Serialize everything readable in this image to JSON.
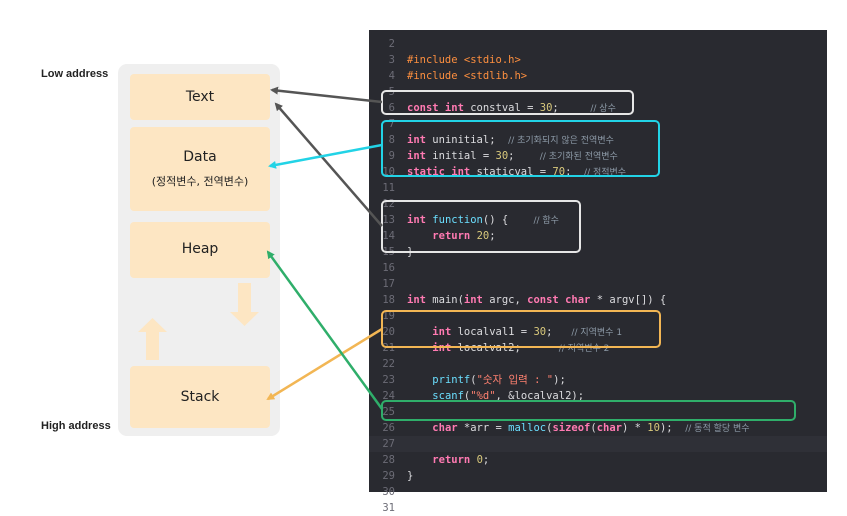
{
  "labels": {
    "low_address": "Low address",
    "high_address": "High address"
  },
  "segments": {
    "text": "Text",
    "data": "Data",
    "data_sub": "(정적변수, 전역변수)",
    "heap": "Heap",
    "stack": "Stack"
  },
  "code_lines": [
    {
      "n": "2",
      "segs": []
    },
    {
      "n": "3",
      "segs": [
        {
          "c": "pp",
          "t": "#include <stdio.h>"
        }
      ]
    },
    {
      "n": "4",
      "segs": [
        {
          "c": "pp",
          "t": "#include <stdlib.h>"
        }
      ]
    },
    {
      "n": "5",
      "segs": []
    },
    {
      "n": "6",
      "segs": [
        {
          "c": "kw",
          "t": "const int "
        },
        {
          "c": "",
          "t": "constval = "
        },
        {
          "c": "num",
          "t": "30"
        },
        {
          "c": "",
          "t": ";     "
        },
        {
          "c": "cm",
          "t": "// 상수"
        }
      ]
    },
    {
      "n": "7",
      "segs": []
    },
    {
      "n": "8",
      "segs": [
        {
          "c": "kw",
          "t": "int "
        },
        {
          "c": "",
          "t": "uninitial;  "
        },
        {
          "c": "cm",
          "t": "// 초기화되지 않은 전역변수"
        }
      ]
    },
    {
      "n": "9",
      "segs": [
        {
          "c": "kw",
          "t": "int "
        },
        {
          "c": "",
          "t": "initial = "
        },
        {
          "c": "num",
          "t": "30"
        },
        {
          "c": "",
          "t": ";    "
        },
        {
          "c": "cm",
          "t": "// 초기화된 전역변수"
        }
      ]
    },
    {
      "n": "10",
      "segs": [
        {
          "c": "kw",
          "t": "static int "
        },
        {
          "c": "",
          "t": "staticval = "
        },
        {
          "c": "num",
          "t": "70"
        },
        {
          "c": "",
          "t": ";  "
        },
        {
          "c": "cm",
          "t": "// 정적변수"
        }
      ]
    },
    {
      "n": "11",
      "segs": []
    },
    {
      "n": "12",
      "segs": []
    },
    {
      "n": "13",
      "segs": [
        {
          "c": "kw",
          "t": "int "
        },
        {
          "c": "fn",
          "t": "function"
        },
        {
          "c": "",
          "t": "() {    "
        },
        {
          "c": "cm",
          "t": "// 함수"
        }
      ]
    },
    {
      "n": "14",
      "segs": [
        {
          "c": "",
          "t": "    "
        },
        {
          "c": "kw",
          "t": "return "
        },
        {
          "c": "num",
          "t": "20"
        },
        {
          "c": "",
          "t": ";"
        }
      ]
    },
    {
      "n": "15",
      "segs": [
        {
          "c": "",
          "t": "}"
        }
      ]
    },
    {
      "n": "16",
      "segs": []
    },
    {
      "n": "17",
      "segs": []
    },
    {
      "n": "18",
      "segs": [
        {
          "c": "kw",
          "t": "int "
        },
        {
          "c": "",
          "t": "main("
        },
        {
          "c": "kw",
          "t": "int "
        },
        {
          "c": "",
          "t": "argc, "
        },
        {
          "c": "kw",
          "t": "const char "
        },
        {
          "c": "",
          "t": "* argv[]) {"
        }
      ]
    },
    {
      "n": "19",
      "segs": []
    },
    {
      "n": "20",
      "segs": [
        {
          "c": "",
          "t": "    "
        },
        {
          "c": "kw",
          "t": "int "
        },
        {
          "c": "",
          "t": "localval1 = "
        },
        {
          "c": "num",
          "t": "30"
        },
        {
          "c": "",
          "t": ";   "
        },
        {
          "c": "cm",
          "t": "// 지역변수 1"
        }
      ]
    },
    {
      "n": "21",
      "segs": [
        {
          "c": "",
          "t": "    "
        },
        {
          "c": "kw",
          "t": "int "
        },
        {
          "c": "",
          "t": "localval2;      "
        },
        {
          "c": "cm",
          "t": "// 지역변수 2"
        }
      ]
    },
    {
      "n": "22",
      "segs": []
    },
    {
      "n": "23",
      "segs": [
        {
          "c": "",
          "t": "    "
        },
        {
          "c": "fn",
          "t": "printf"
        },
        {
          "c": "",
          "t": "("
        },
        {
          "c": "str",
          "t": "\"숫자 입력 : \""
        },
        {
          "c": "",
          "t": ");"
        }
      ]
    },
    {
      "n": "24",
      "segs": [
        {
          "c": "",
          "t": "    "
        },
        {
          "c": "fn",
          "t": "scanf"
        },
        {
          "c": "",
          "t": "("
        },
        {
          "c": "str",
          "t": "\"%d\""
        },
        {
          "c": "",
          "t": ", &localval2);"
        }
      ]
    },
    {
      "n": "25",
      "segs": []
    },
    {
      "n": "26",
      "segs": [
        {
          "c": "",
          "t": "    "
        },
        {
          "c": "kw",
          "t": "char "
        },
        {
          "c": "",
          "t": "*arr = "
        },
        {
          "c": "fn",
          "t": "malloc"
        },
        {
          "c": "",
          "t": "("
        },
        {
          "c": "kw",
          "t": "sizeof"
        },
        {
          "c": "",
          "t": "("
        },
        {
          "c": "kw",
          "t": "char"
        },
        {
          "c": "",
          "t": ") * "
        },
        {
          "c": "num",
          "t": "10"
        },
        {
          "c": "",
          "t": ");  "
        },
        {
          "c": "cm",
          "t": "// 동적 할당 변수"
        }
      ]
    },
    {
      "n": "27",
      "segs": [],
      "current": true
    },
    {
      "n": "28",
      "segs": [
        {
          "c": "",
          "t": "    "
        },
        {
          "c": "kw",
          "t": "return "
        },
        {
          "c": "num",
          "t": "0"
        },
        {
          "c": "",
          "t": ";"
        }
      ]
    },
    {
      "n": "29",
      "segs": [
        {
          "c": "",
          "t": "}"
        }
      ]
    },
    {
      "n": "30",
      "segs": []
    },
    {
      "n": "31",
      "segs": []
    }
  ],
  "colors": {
    "text_box": "#e6e6e6",
    "text_arrow": "#555555",
    "data": "#22d3e6",
    "stack": "#f2b654",
    "heap": "#2fae6a"
  }
}
